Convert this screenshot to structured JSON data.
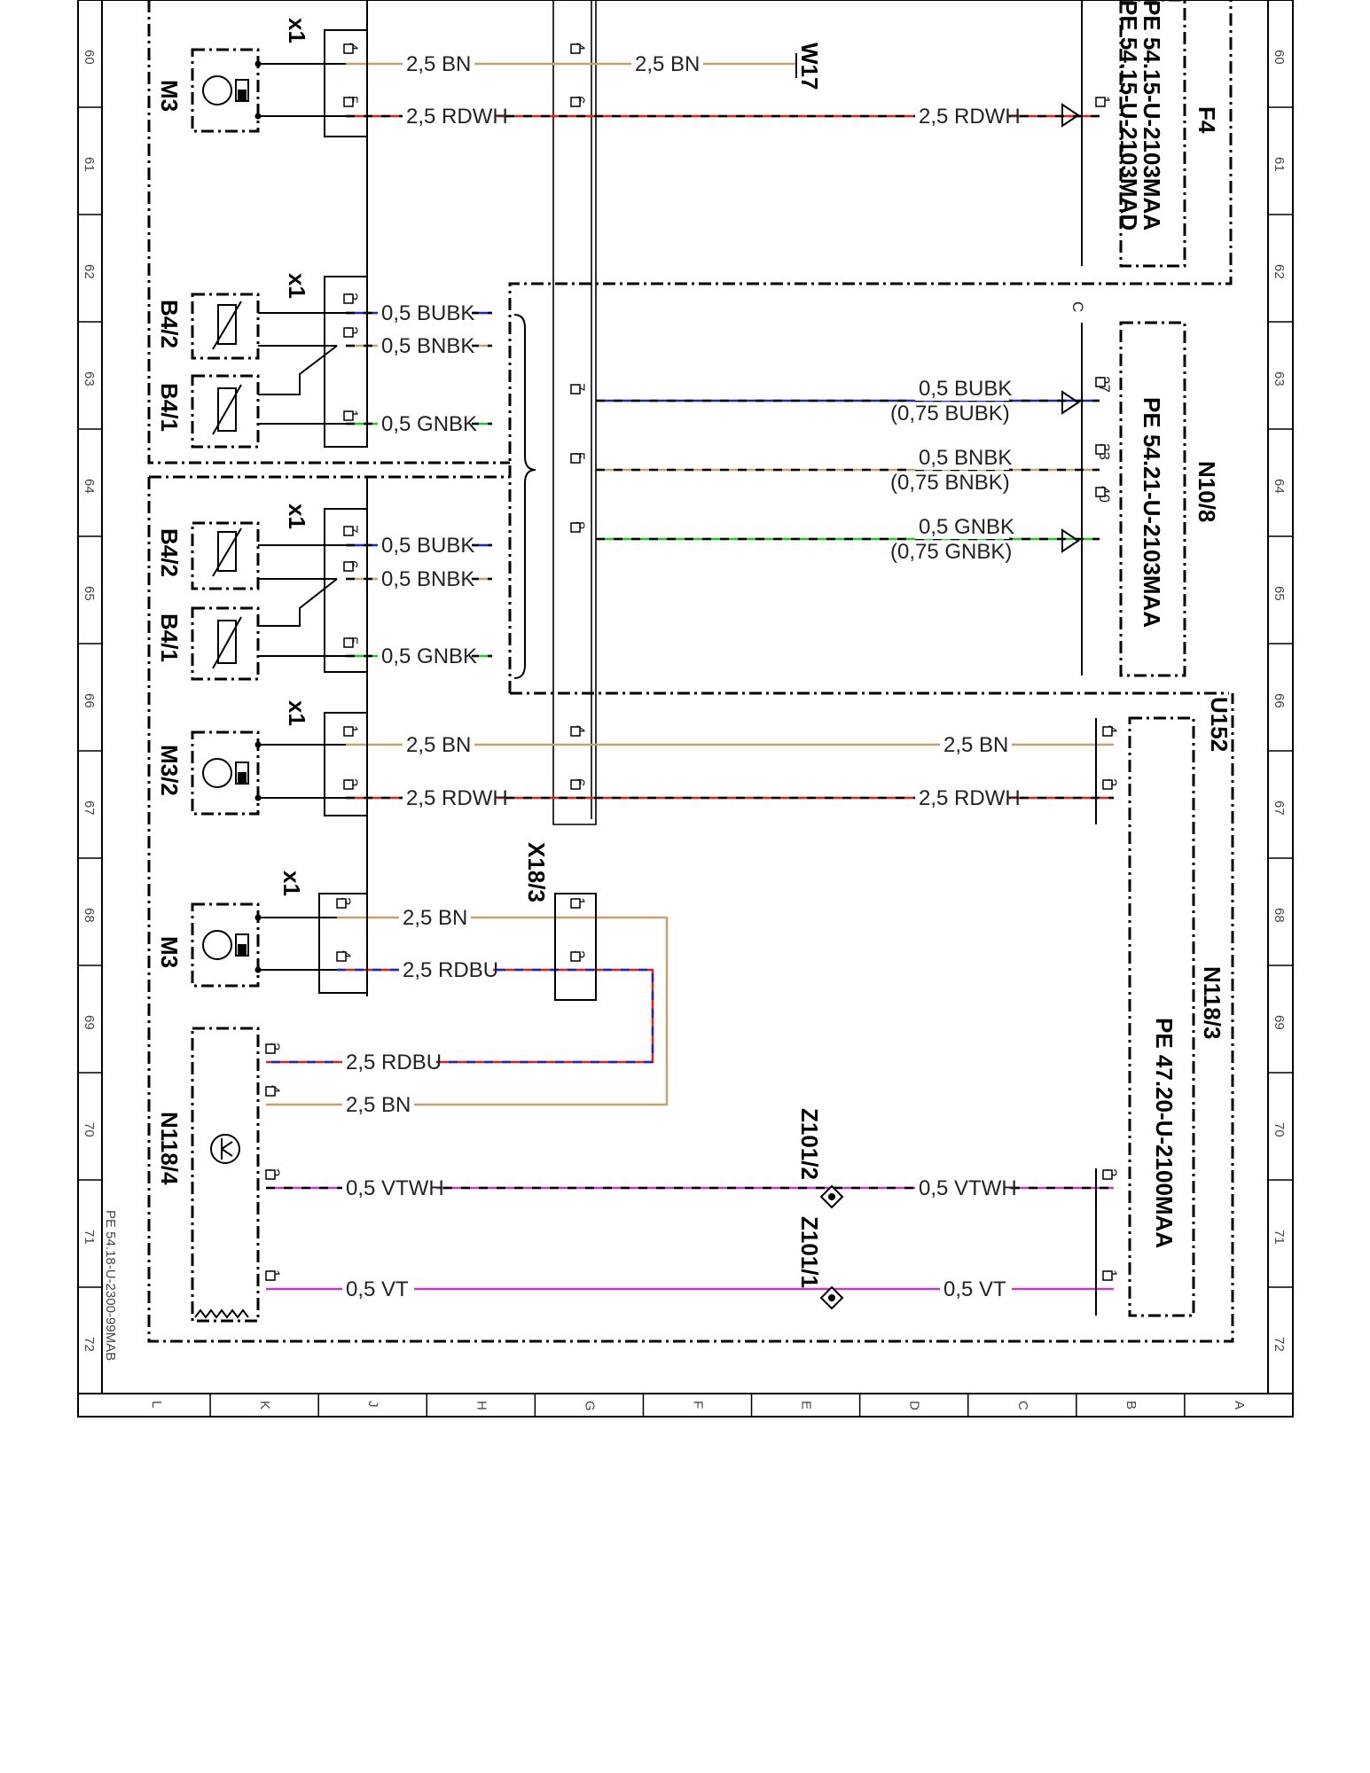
{
  "grid": {
    "rows": [
      "60",
      "61",
      "62",
      "63",
      "64",
      "65",
      "66",
      "67",
      "68",
      "69",
      "70",
      "71",
      "72"
    ],
    "cols": [
      "L",
      "K",
      "J",
      "H",
      "G",
      "F",
      "E",
      "D",
      "C",
      "B",
      "A"
    ],
    "ref": "PE 54.18-U-2300-99MAB"
  },
  "components": {
    "m3_top": "M3",
    "b42_a": "B4/2",
    "b41_a": "B4/1",
    "b42_b": "B4/2",
    "b41_b": "B4/1",
    "m32": "M3/2",
    "m3_bottom": "M3",
    "n184": "N118/4",
    "x18_3": "X18/3",
    "w17": "W17",
    "z101_2": "Z101/2",
    "z101_1": "Z101/1",
    "f4": "F4",
    "n10_8": "N10/8",
    "u152": "U152",
    "n118_3": "N118/3",
    "conn_c": "C"
  },
  "connectors": {
    "x1": "x1"
  },
  "pe_refs": {
    "f4_a": "PE 54.15-U-2103MAA",
    "f4_b": "PE 54.15-U-2103MAD",
    "n10_8": "PE 54.21-U-2103MAA",
    "n118_3": "PE 47.20-U-2100MAA"
  },
  "wires": {
    "w1": "2,5 BN",
    "w1b": "2,5 BN",
    "w2": "2,5 RDWH",
    "w2b": "2,5 RDWH",
    "w3": "0,5 BUBK",
    "w4": "0,5 BNBK",
    "w5": "0,5 GNBK",
    "w6": "0,5 BUBK",
    "w7": "0,5 BNBK",
    "w8": "0,5 GNBK",
    "w9": "0,5 BUBK",
    "w9b": "(0,75 BUBK)",
    "w10": "0,5 BNBK",
    "w10b": "(0,75 BNBK)",
    "w11": "0,5 GNBK",
    "w11b": "(0,75 GNBK)",
    "w12": "2,5 BN",
    "w12b": "2,5 BN",
    "w13": "2,5 RDWH",
    "w13b": "2,5 RDWH",
    "w14": "2,5 BN",
    "w15": "2,5 RDBU",
    "w16": "2,5 RDBU",
    "w17": "2,5 BN",
    "w18": "0,5 VTWH",
    "w18b": "0,5 VTWH",
    "w19": "0,5 VT",
    "w19b": "0,5 VT"
  },
  "pins": {
    "p4": "4",
    "p5": "5",
    "p3": "3",
    "p2": "2",
    "p1": "1",
    "p7": "7",
    "p6": "6",
    "p8": "8",
    "p27": "27",
    "p33": "33",
    "p40": "40"
  },
  "colors": {
    "bn": "#c8a06e",
    "rd": "#e0201c",
    "bu": "#1628c8",
    "gn": "#22c822",
    "vt": "#c23ac8",
    "bk": "#000000"
  }
}
